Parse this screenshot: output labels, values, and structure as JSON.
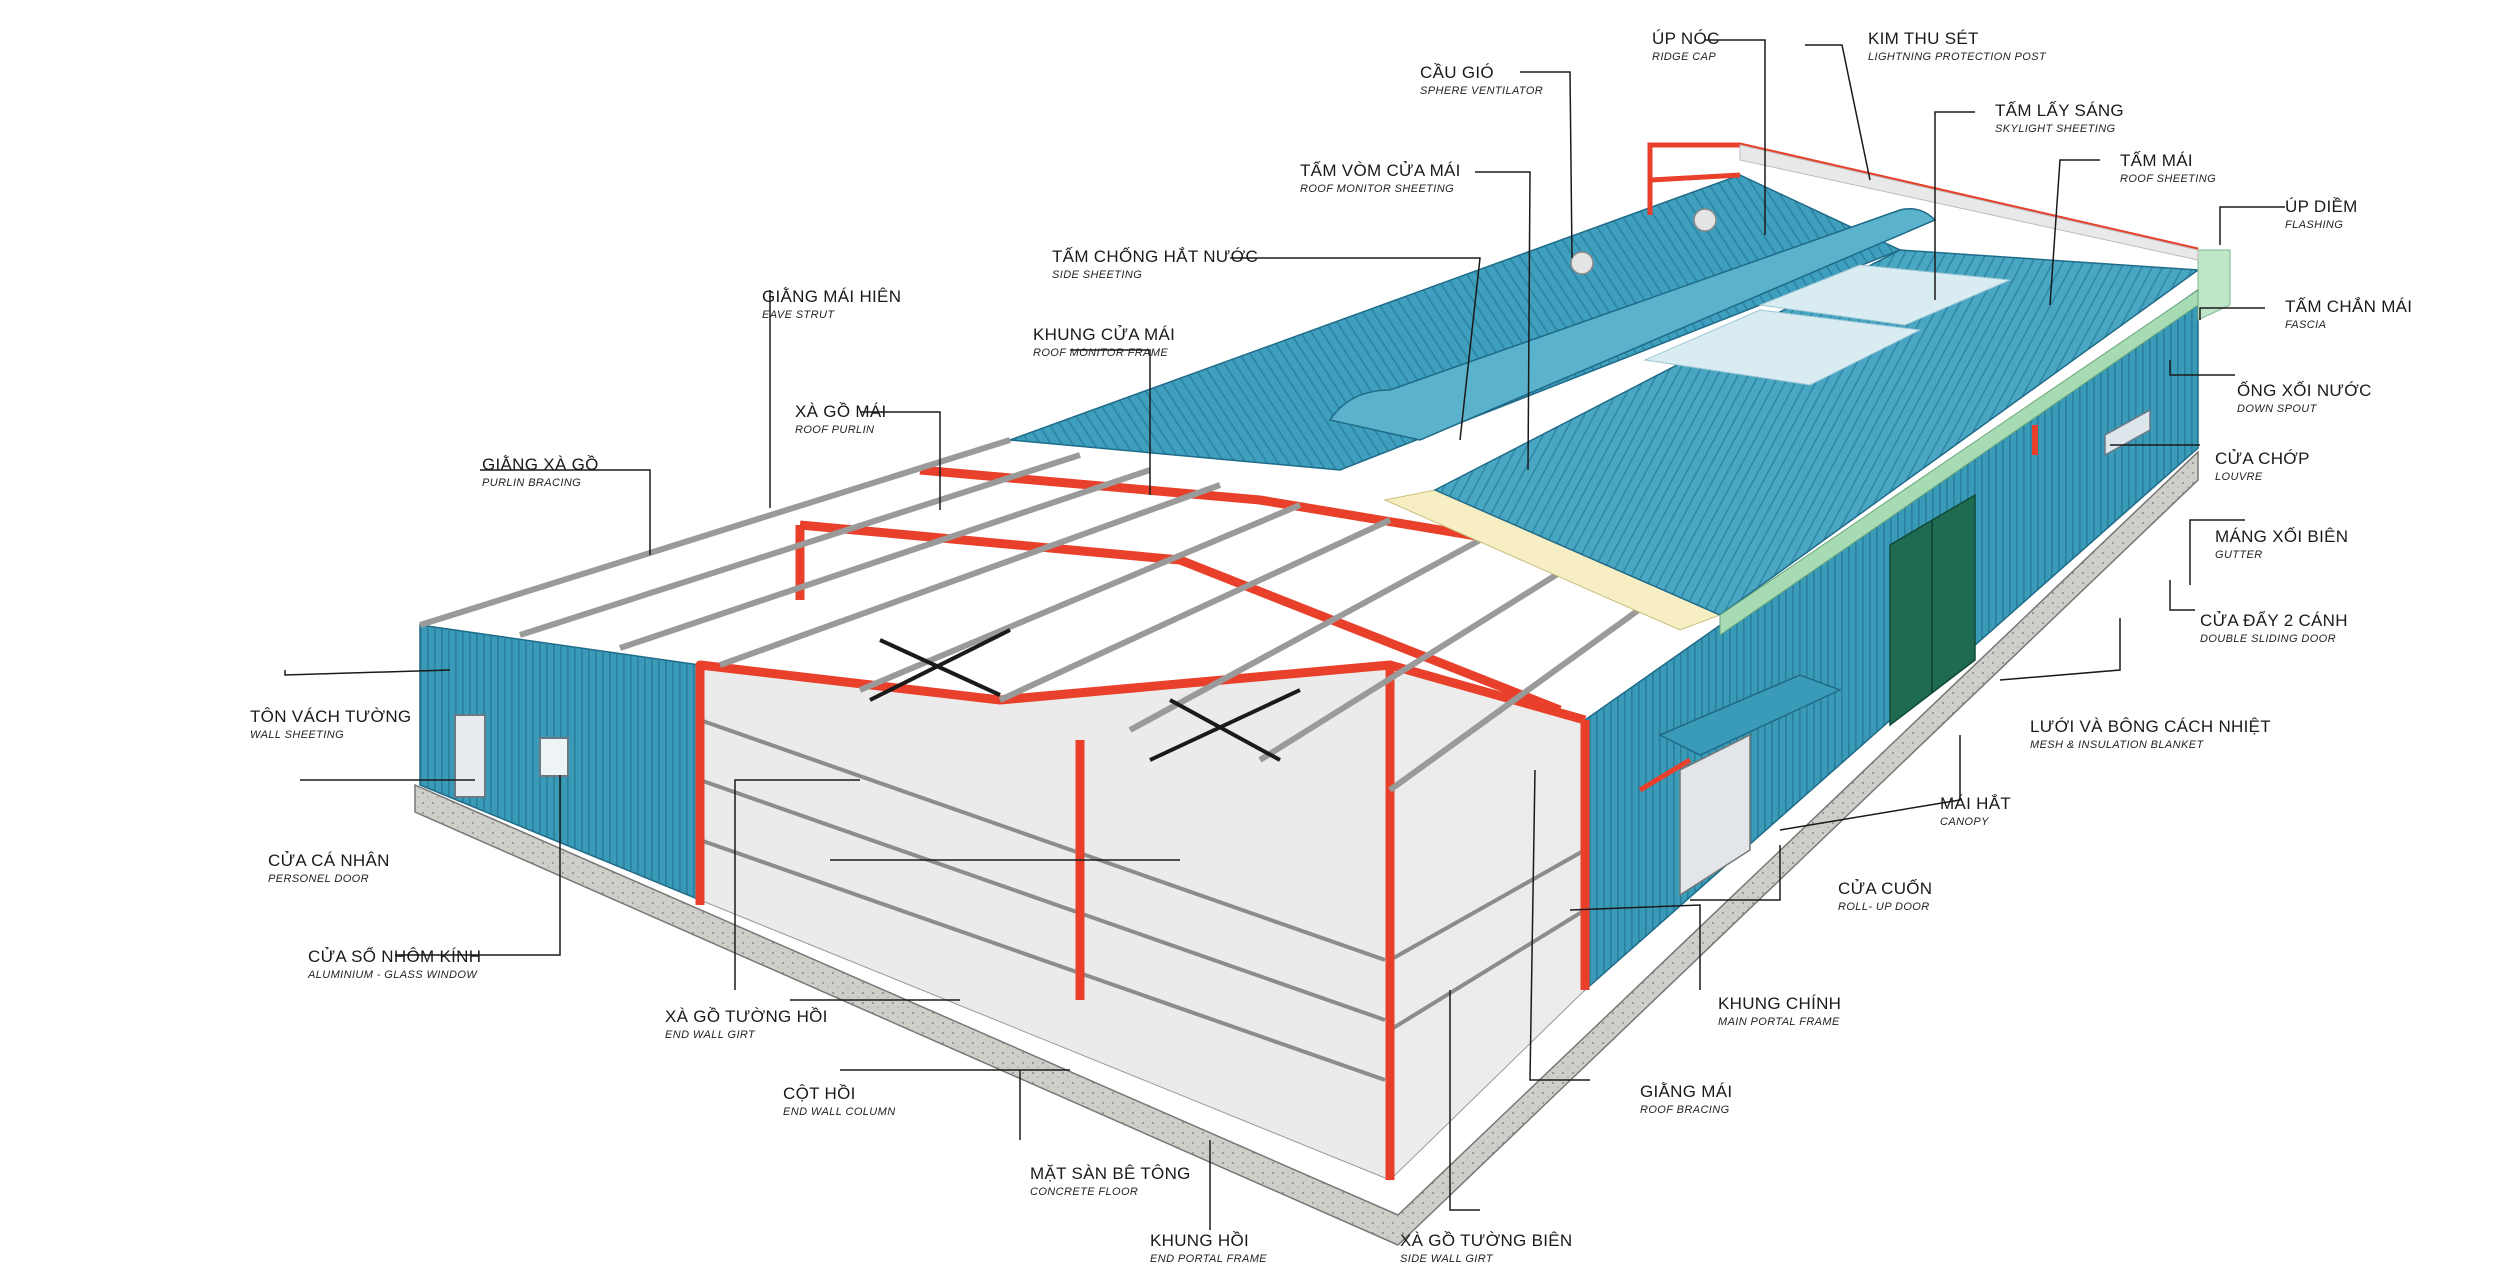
{
  "colors": {
    "sheet_blue": "#3a9bb8",
    "sheet_blue_dark": "#2a7f9c",
    "steel_red": "#e8402a",
    "floor_concrete": "#c9c9c4",
    "skylight": "#d8ecf2",
    "insulation": "#f7efc3",
    "fascia_green": "#bfe6c8",
    "door_green": "#1f6b52",
    "leader_line": "#1a1a1a"
  },
  "labels": [
    {
      "id": "ridge-cap",
      "vi": "ÚP NÓC",
      "en": "RIDGE CAP"
    },
    {
      "id": "lightning-post",
      "vi": "KIM THU SÉT",
      "en": "LIGHTNING PROTECTION POST"
    },
    {
      "id": "sphere-ventilator",
      "vi": "CẦU GIÓ",
      "en": "SPHERE VENTILATOR"
    },
    {
      "id": "skylight-sheeting",
      "vi": "TẤM LẤY SÁNG",
      "en": "SKYLIGHT SHEETING"
    },
    {
      "id": "roof-monitor-sheeting",
      "vi": "TẤM VÒM CỬA MÁI",
      "en": "ROOF MONITOR SHEETING"
    },
    {
      "id": "roof-sheeting",
      "vi": "TẤM MÁI",
      "en": "ROOF SHEETING"
    },
    {
      "id": "flashing",
      "vi": "ÚP DIỀM",
      "en": "FLASHING"
    },
    {
      "id": "side-sheeting",
      "vi": "TẤM CHỐNG HẮT NƯỚC",
      "en": "SIDE SHEETING"
    },
    {
      "id": "fascia",
      "vi": "TẤM CHẮN MÁI",
      "en": "FASCIA"
    },
    {
      "id": "eave-strut",
      "vi": "GIẰNG MÁI HIÊN",
      "en": "EAVE STRUT"
    },
    {
      "id": "roof-monitor-frame",
      "vi": "KHUNG CỬA MÁI",
      "en": "ROOF MONITOR FRAME"
    },
    {
      "id": "down-spout",
      "vi": "ỐNG XỐI NƯỚC",
      "en": "DOWN SPOUT"
    },
    {
      "id": "roof-purlin",
      "vi": "XÀ GỒ MÁI",
      "en": "ROOF PURLIN"
    },
    {
      "id": "louvre",
      "vi": "CỬA CHỚP",
      "en": "LOUVRE"
    },
    {
      "id": "purlin-bracing",
      "vi": "GIẰNG XÀ GỒ",
      "en": "PURLIN BRACING"
    },
    {
      "id": "gutter",
      "vi": "MÁNG XỐI BIÊN",
      "en": "GUTTER"
    },
    {
      "id": "double-sliding-door",
      "vi": "CỬA ĐẨY 2 CÁNH",
      "en": "DOUBLE SLIDING DOOR"
    },
    {
      "id": "wall-sheeting",
      "vi": "TÔN VÁCH TƯỜNG",
      "en": "WALL SHEETING"
    },
    {
      "id": "mesh-insulation",
      "vi": "LƯỚI VÀ BÔNG CÁCH NHIỆT",
      "en": "MESH & INSULATION BLANKET"
    },
    {
      "id": "canopy",
      "vi": "MÁI HẮT",
      "en": "CANOPY"
    },
    {
      "id": "personel-door",
      "vi": "CỬA CÁ NHÂN",
      "en": "PERSONEL DOOR"
    },
    {
      "id": "roll-up-door",
      "vi": "CỬA CUỐN",
      "en": "ROLL- UP DOOR"
    },
    {
      "id": "glass-window",
      "vi": "CỬA SỔ NHÔM KÍNH",
      "en": "ALUMINIUM - GLASS WINDOW"
    },
    {
      "id": "main-portal-frame",
      "vi": "KHUNG CHÍNH",
      "en": "MAIN PORTAL FRAME"
    },
    {
      "id": "end-wall-girt",
      "vi": "XÀ GỒ TƯỜNG HỒI",
      "en": "END WALL GIRT"
    },
    {
      "id": "end-wall-column",
      "vi": "CỘT HỒI",
      "en": "END WALL COLUMN"
    },
    {
      "id": "roof-bracing",
      "vi": "GIẰNG MÁI",
      "en": "ROOF BRACING"
    },
    {
      "id": "concrete-floor",
      "vi": "MẶT SÀN BÊ TÔNG",
      "en": "CONCRETE FLOOR"
    },
    {
      "id": "end-portal-frame",
      "vi": "KHUNG HỒI",
      "en": "END PORTAL FRAME"
    },
    {
      "id": "side-wall-girt",
      "vi": "XÀ GỒ TƯỜNG BIÊN",
      "en": "SIDE WALL GIRT"
    }
  ]
}
